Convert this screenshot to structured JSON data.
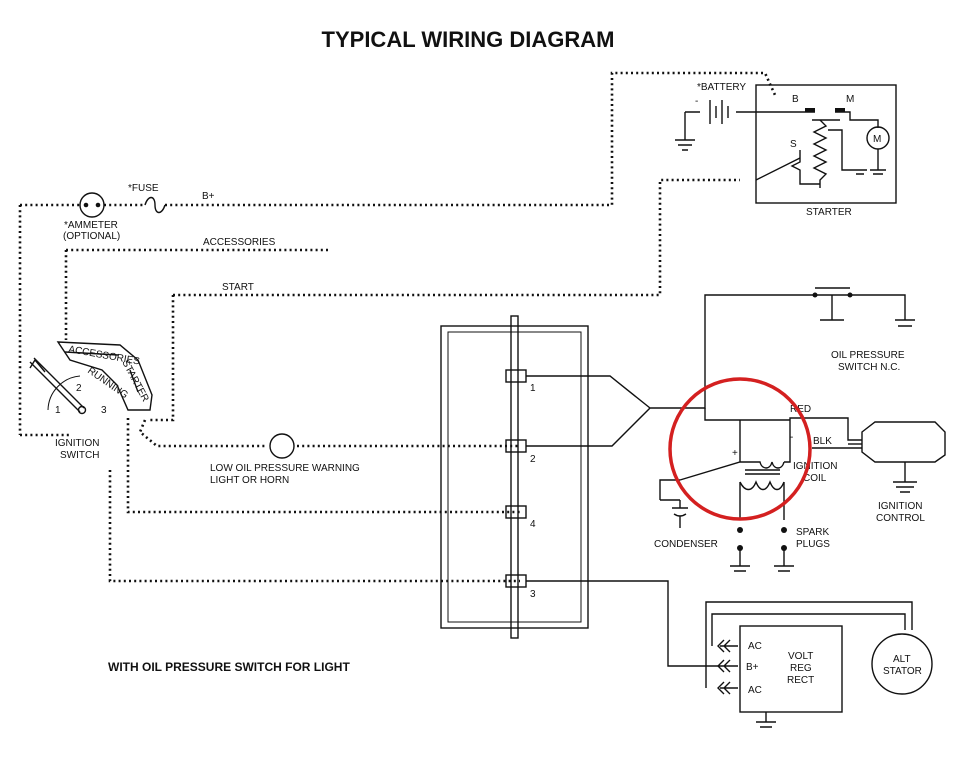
{
  "title": "TYPICAL WIRING DIAGRAM",
  "caption": "WITH OIL PRESSURE SWITCH FOR LIGHT",
  "labels": {
    "battery": "*BATTERY",
    "starter_b": "B",
    "starter_m": "M",
    "starter_s": "S",
    "motor": "M",
    "starter": "STARTER",
    "fuse": "*FUSE",
    "b_plus": "B+",
    "ammeter_1": "*AMMETER",
    "ammeter_2": "(OPTIONAL)",
    "accessories": "ACCESSORIES",
    "start": "START",
    "switch_accessories": "ACCESSORIES",
    "switch_running": "RUNNING",
    "switch_starter": "STARTER",
    "pos_1": "1",
    "pos_2": "2",
    "pos_3": "3",
    "ignition_1": "IGNITION",
    "ignition_2": "SWITCH",
    "low_oil_1": "LOW OIL PRESSURE WARNING",
    "low_oil_2": "LIGHT OR HORN",
    "conn_1": "1",
    "conn_2": "2",
    "conn_4": "4",
    "conn_3": "3",
    "oil_switch_1": "OIL PRESSURE",
    "oil_switch_2": "SWITCH N.C.",
    "red": "RED",
    "blk": "BLK",
    "plus": "+",
    "minus": "-",
    "coil_1": "IGNITION",
    "coil_2": "COIL",
    "ign_ctrl_1": "IGNITION",
    "ign_ctrl_2": "CONTROL",
    "condenser": "CONDENSER",
    "spark_1": "SPARK",
    "spark_2": "PLUGS",
    "ac_1": "AC",
    "b_plus_2": "B+",
    "ac_2": "AC",
    "volt_1": "VOLT",
    "volt_2": "REG",
    "volt_3": "RECT",
    "alt_1": "ALT",
    "alt_2": "STATOR"
  },
  "colors": {
    "ink": "#111111",
    "highlight": "#d42020"
  }
}
